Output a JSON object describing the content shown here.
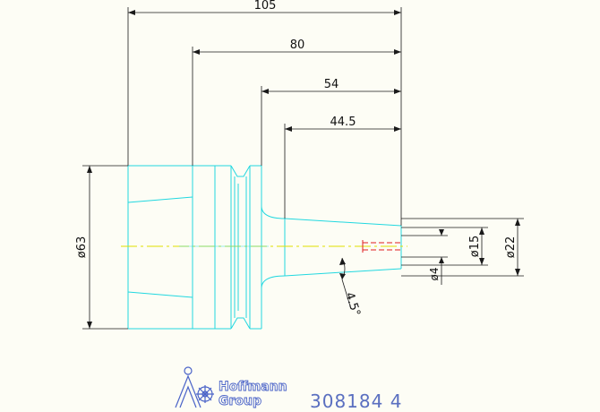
{
  "dimensions": {
    "overall_length": "105",
    "length_80": "80",
    "length_54": "54",
    "length_44_5": "44.5",
    "diameter_63": "ø63",
    "diameter_22": "ø22",
    "diameter_15": "ø15",
    "diameter_4": "ø4",
    "angle": "4.5°"
  },
  "footer": {
    "brand_line1": "Hoffmann",
    "brand_line2": "Group",
    "part_number": "308184 4"
  },
  "colors": {
    "outline": "#22d8e0",
    "dimension": "#1a1a1a",
    "centerline": "#e0e000",
    "hidden": "#e02020",
    "brand": "#4a63c8"
  }
}
